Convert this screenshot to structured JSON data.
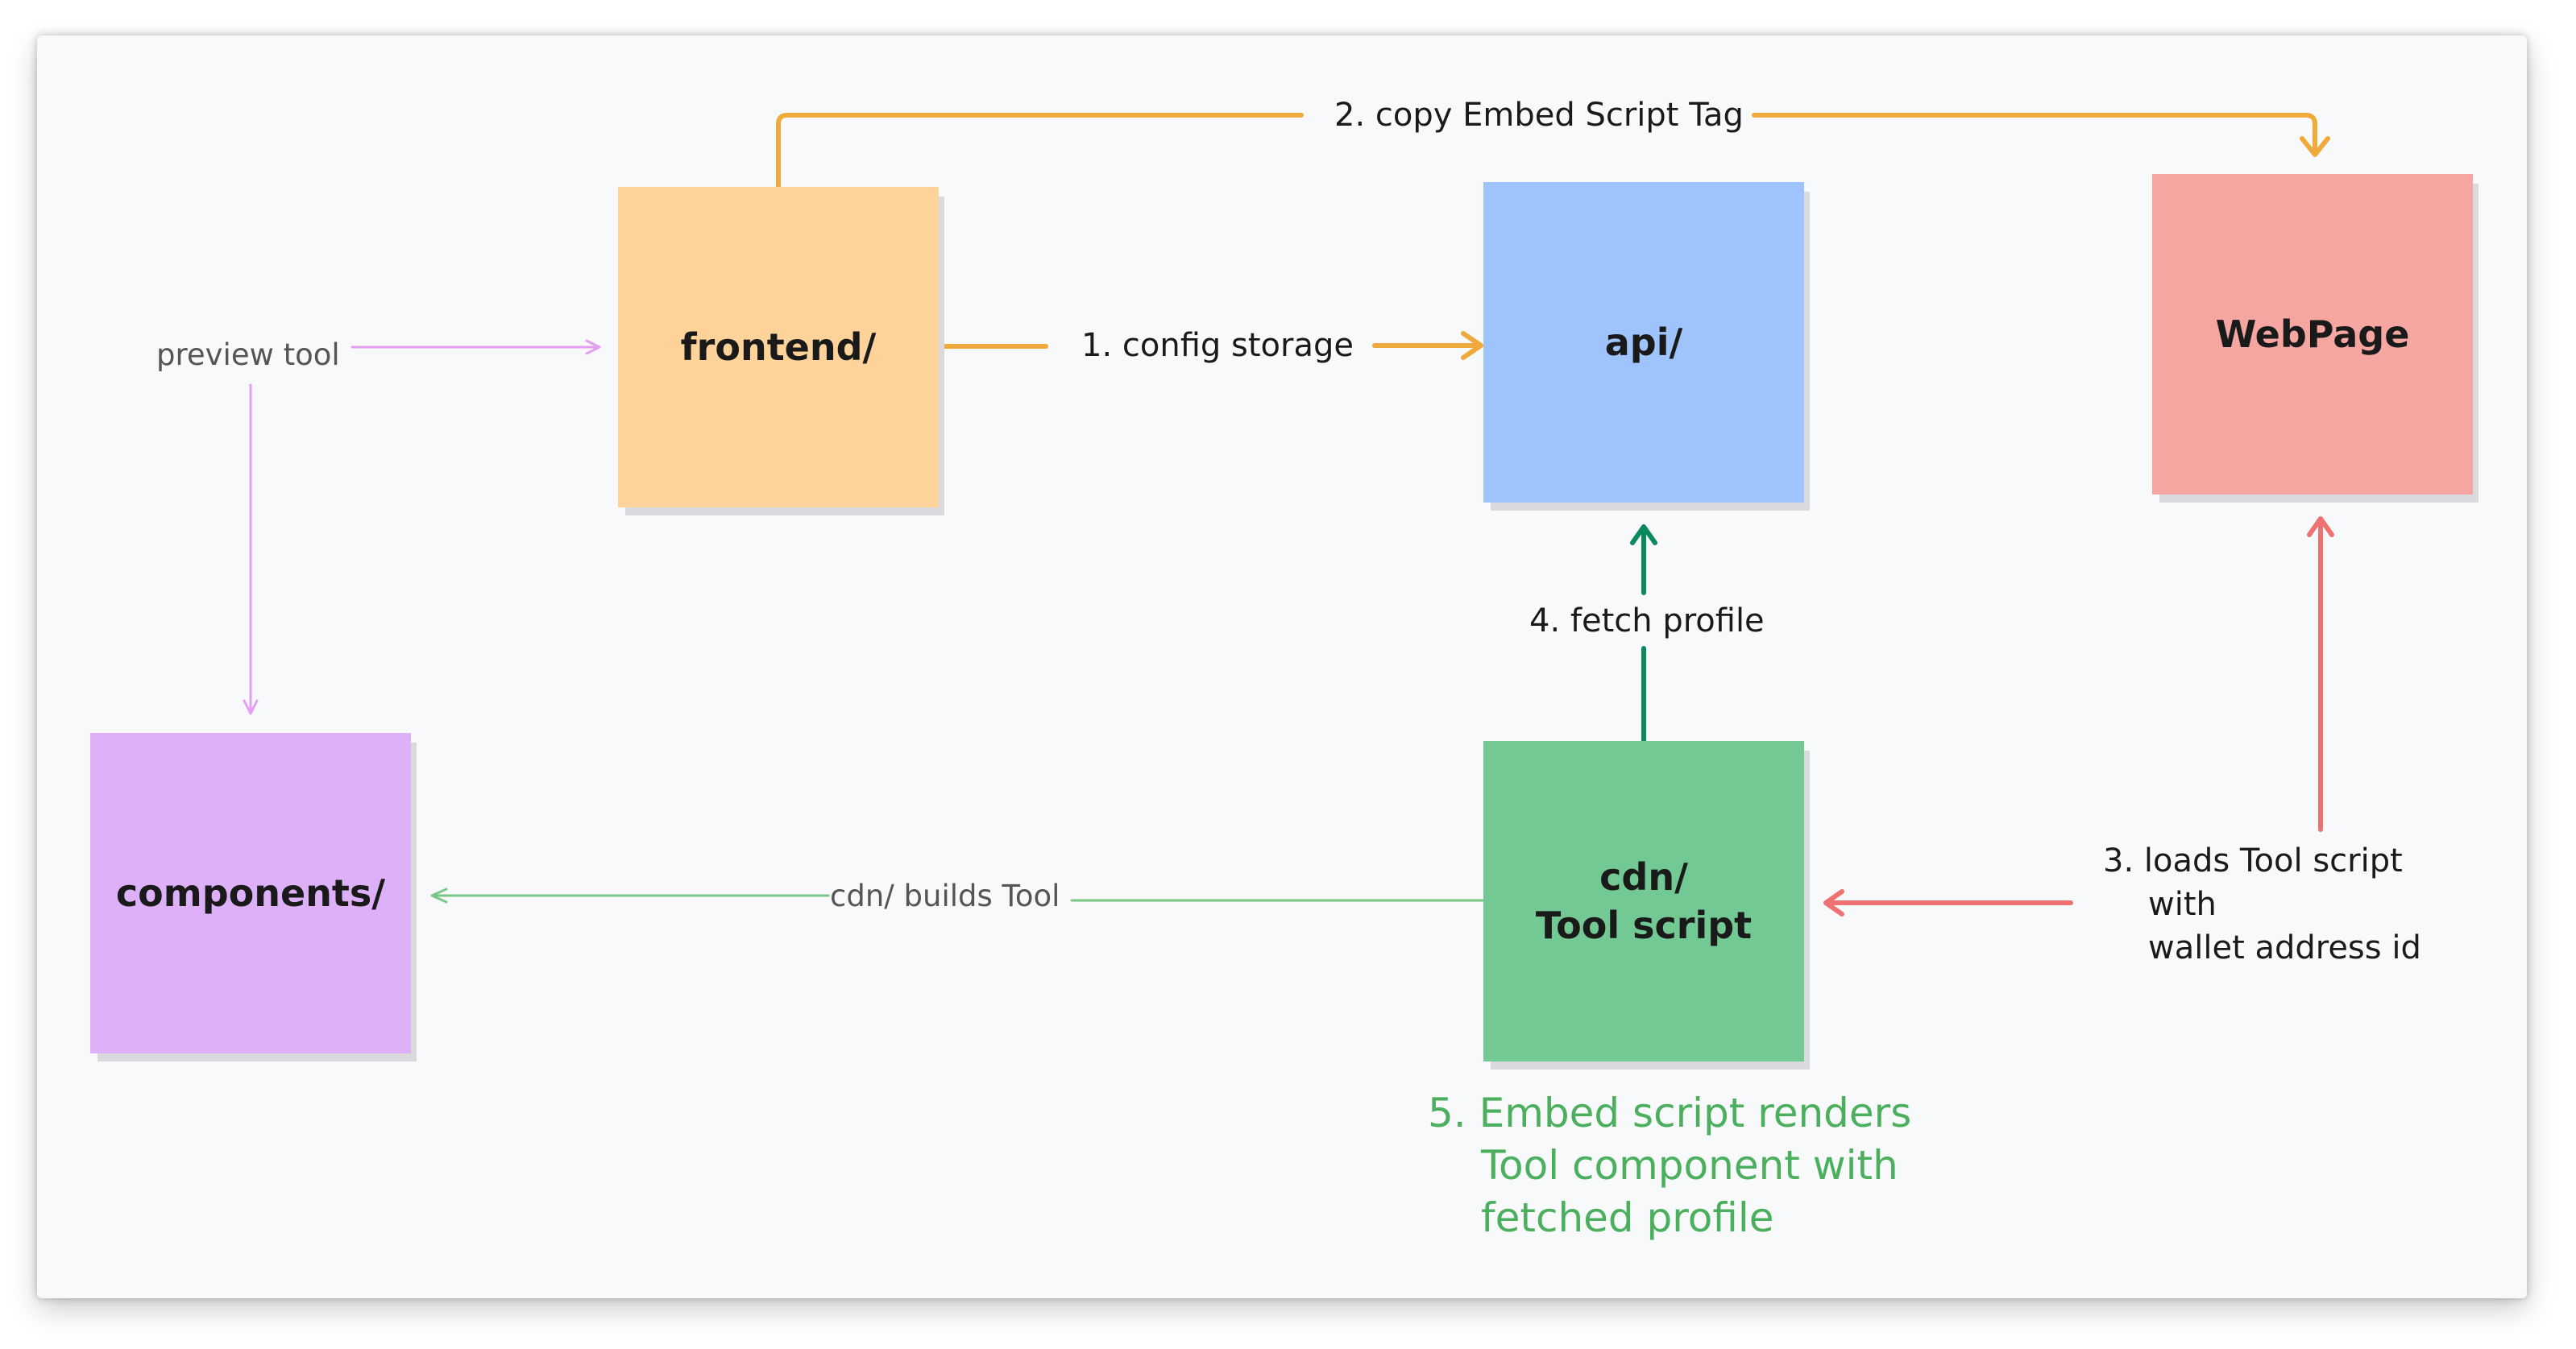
{
  "colors": {
    "frontend_box": "#fdd399",
    "api_box": "#9ec4fb",
    "webpage_box": "#f5a6a1",
    "components_box": "#deb0f8",
    "cdn_box": "#73c994",
    "orange_arrow": "#efa93d",
    "pink_arrow": "#ef7272",
    "dark_green_arrow": "#0a8a5c",
    "light_green_arrow": "#7cc785",
    "violet_arrow": "#e3a0f3",
    "green_note": "#4caf5e"
  },
  "nodes": {
    "frontend": {
      "label": "frontend/"
    },
    "api": {
      "label": "api/"
    },
    "webpage": {
      "label": "WebPage"
    },
    "components": {
      "label": "components/"
    },
    "cdn": {
      "line1": "cdn/",
      "line2": "Tool script"
    }
  },
  "edges": {
    "config_storage": "1. config storage",
    "copy_embed": "2. copy Embed Script Tag",
    "loads_tool": {
      "line1": "3. loads Tool script",
      "line2": "with",
      "line3": "wallet address id"
    },
    "fetch_profile": "4. fetch profile",
    "builds_tool": "cdn/ builds Tool",
    "preview_tool": "preview tool"
  },
  "note": {
    "line1": "5. Embed script renders",
    "line2": "Tool component with",
    "line3": "fetched profile"
  }
}
